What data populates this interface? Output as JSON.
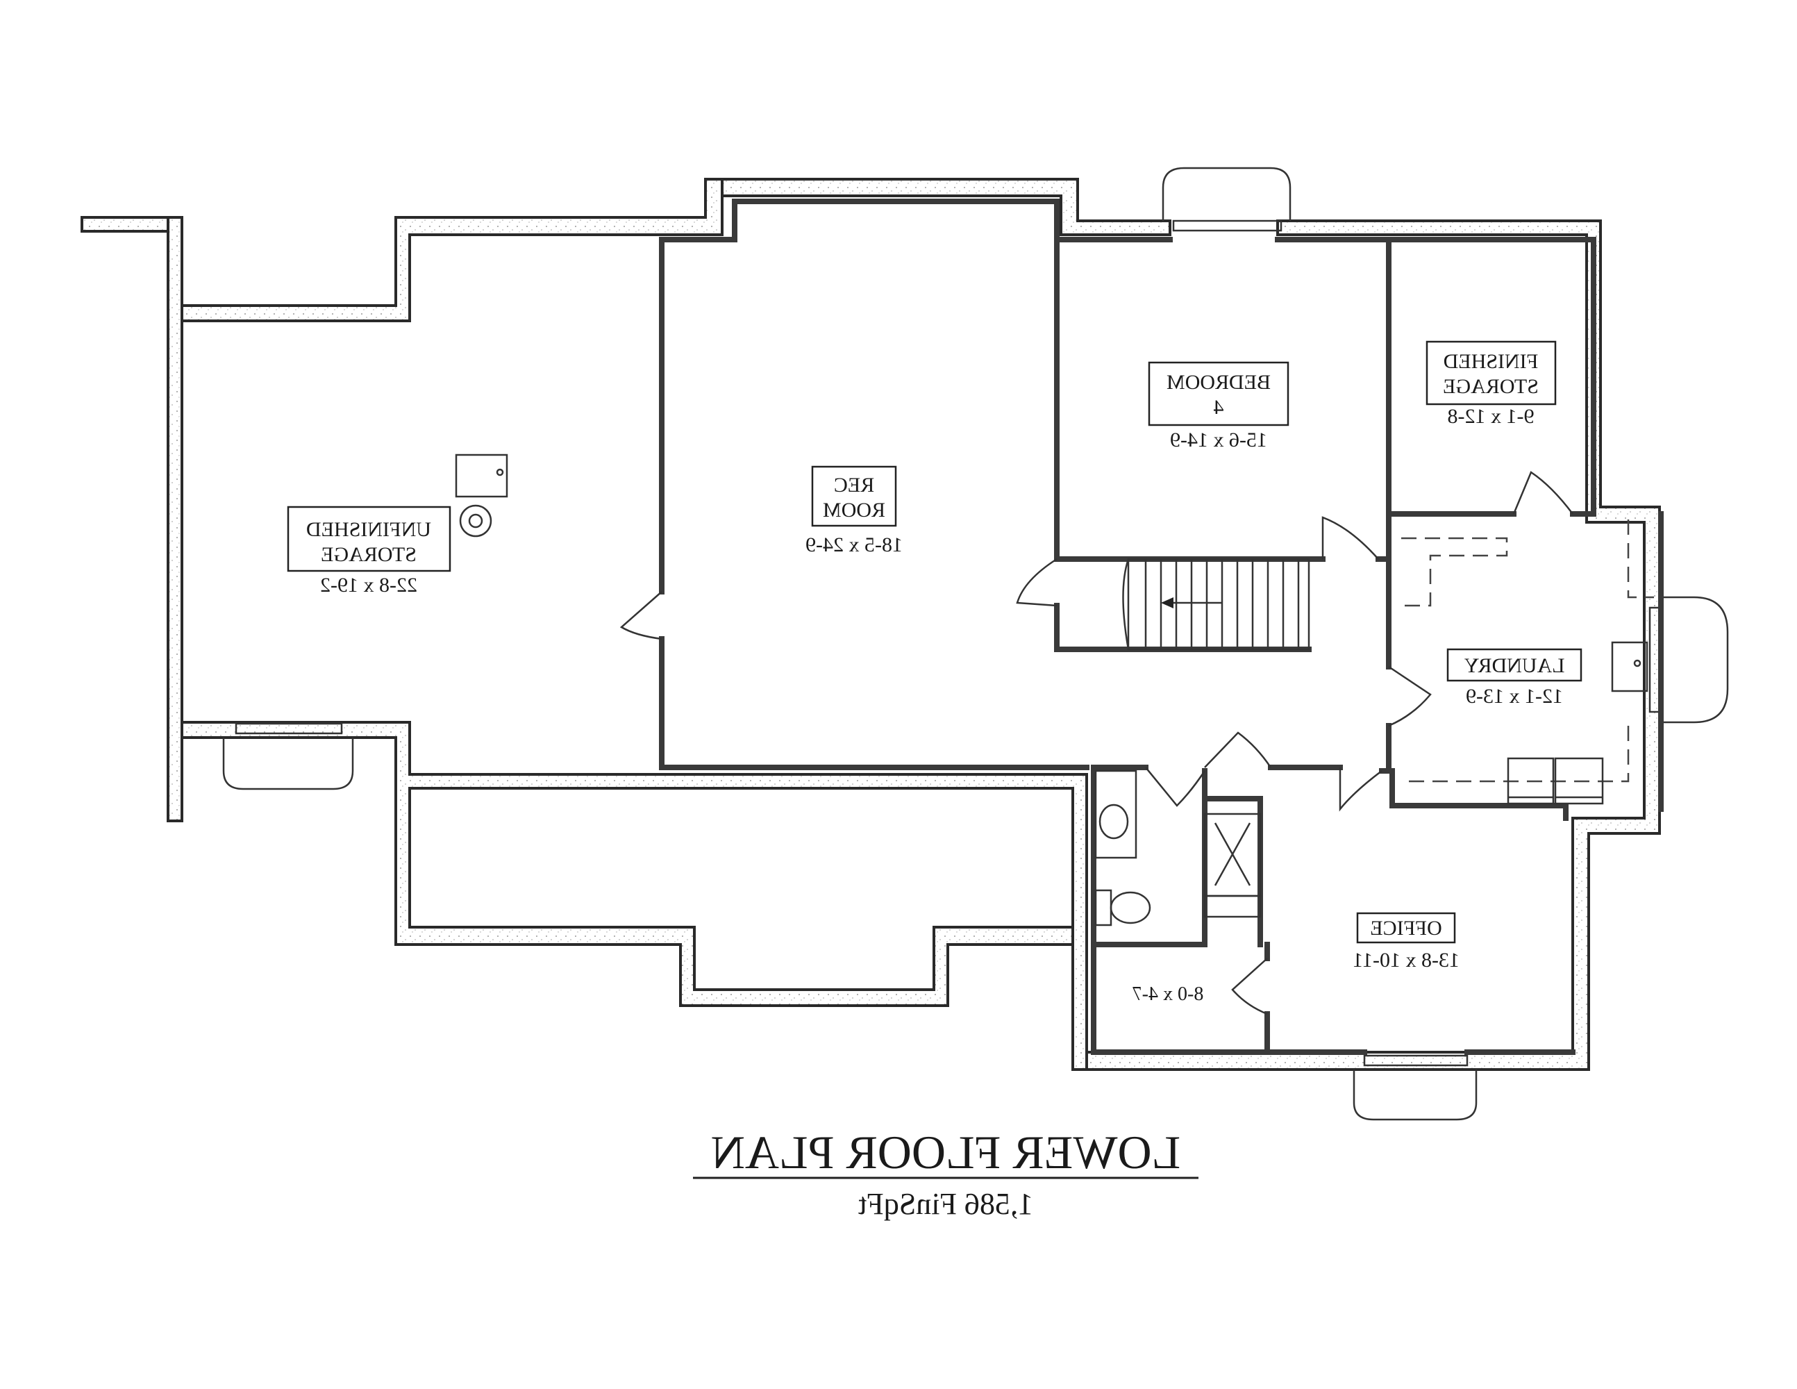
{
  "title": "LOWER FLOOR PLAN",
  "subtitle": "1,586 FinSqFt",
  "rooms": {
    "unfinished_storage": {
      "name_line1": "UNFINISHED",
      "name_line2": "STORAGE",
      "dims": "22-8 x 19-2"
    },
    "rec_room": {
      "name_line1": "REC",
      "name_line2": "ROOM",
      "dims": "18-5 x 24-9"
    },
    "bedroom": {
      "name_line1": "BEDROOM",
      "name_line2": "4",
      "dims": "15-6 x 14-9"
    },
    "finished_storage": {
      "name_line1": "FINISHED",
      "name_line2": "STORAGE",
      "dims": "9-1 x 12-8"
    },
    "laundry": {
      "name": "LAUNDRY",
      "dims": "12-1 x 13-9"
    },
    "office": {
      "name": "OFFICE",
      "dims": "13-8 x 10-11"
    },
    "closet": {
      "dims": "8-0 x 4-7"
    }
  },
  "colors": {
    "line": "#2a2a2a",
    "background": "#ffffff"
  }
}
